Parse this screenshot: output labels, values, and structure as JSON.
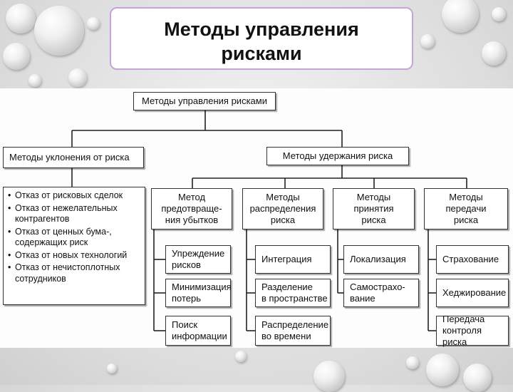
{
  "slide_title": "Методы управления\nрисками",
  "diagram": {
    "root": "Методы управления рисками",
    "level2": {
      "avoidance": "Методы уклонения от риска",
      "retention": "Методы удержания риска"
    },
    "avoidance_list": [
      "Отказ от рисковых сделок",
      "Отказ от нежелательных\nконтрагентов",
      "Отказ от ценных бума-,\nсодержащих риск",
      "Отказ от новых  технологий",
      "Отказ от нечистоплотных\nсотрудников"
    ],
    "columns": [
      {
        "header": "Метод\nпредотвраще-\nния убытков",
        "items": [
          "Упреждение\nрисков",
          "Минимизация\nпотерь",
          "Поиск\nинформации"
        ]
      },
      {
        "header": "Методы\nраспределения\nриска",
        "items": [
          "Интеграция",
          "Разделение\nв пространстве",
          "Распределение\nво времени"
        ]
      },
      {
        "header": "Методы\nпринятия\nриска",
        "items": [
          "Локализация",
          "Самострахо-\nвание"
        ]
      },
      {
        "header": "Методы\nпередачи\nриска",
        "items": [
          "Страхование",
          "Хеджирование",
          "Передача\nконтроля риска"
        ]
      }
    ]
  }
}
